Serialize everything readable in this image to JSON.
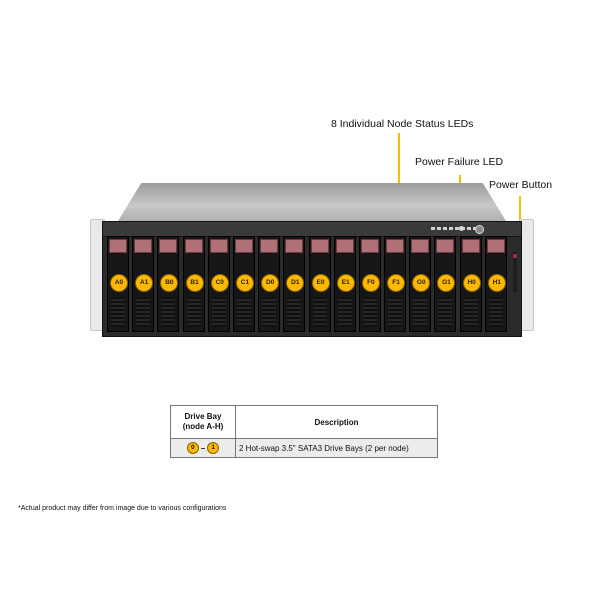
{
  "callouts": {
    "node_status_leds": "8 Individual  Node Status LEDs",
    "power_failure_led": "Power Failure LED",
    "power_button": "Power Button"
  },
  "callout_line_color": "#f5bf00",
  "badge_color": "#ffb800",
  "drive_bays": [
    "A0",
    "A1",
    "B0",
    "B1",
    "C0",
    "C1",
    "D0",
    "D1",
    "E0",
    "E1",
    "F0",
    "F1",
    "G0",
    "G1",
    "H0",
    "H1"
  ],
  "table": {
    "headers": {
      "bay": "Drive Bay",
      "bay_sub": "(node A-H)",
      "description": "Description"
    },
    "rows": [
      {
        "bay_from": "0",
        "bay_sep": "–",
        "bay_to": "1",
        "description": "2 Hot-swap  3.5\" SATA3 Drive  Bays (2 per node)"
      }
    ]
  },
  "footnote": "*Actual product may differ from image due to various configurations"
}
